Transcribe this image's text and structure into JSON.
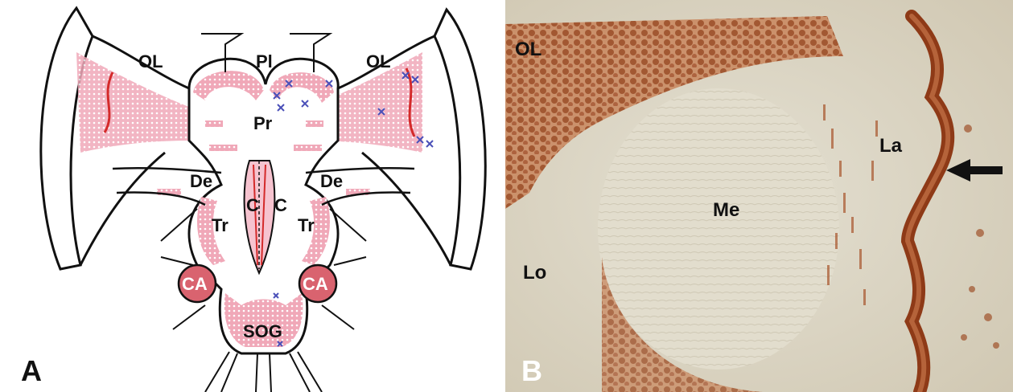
{
  "panel_a": {
    "letter": "A",
    "labels": {
      "ol_left": "OL",
      "pl": "Pl",
      "ol_right": "OL",
      "pr": "Pr",
      "de_left": "De",
      "de_right": "De",
      "c_left": "C",
      "c_right": "C",
      "tr_left": "Tr",
      "tr_right": "Tr",
      "ca_left": "CA",
      "ca_right": "CA",
      "sog": "SOG"
    }
  },
  "panel_b": {
    "letter": "B",
    "labels": {
      "ol": "OL",
      "la": "La",
      "me": "Me",
      "lo": "Lo"
    },
    "arrow": "arrow-left-icon"
  },
  "colors": {
    "stain_pink": "#e88aa0",
    "cross_blue": "#4a4fb8",
    "red_line": "#d42a2a",
    "ca_fill": "#d9636f",
    "tissue_bg": "#dcd6c4",
    "stain_brown": "#a0461f"
  }
}
